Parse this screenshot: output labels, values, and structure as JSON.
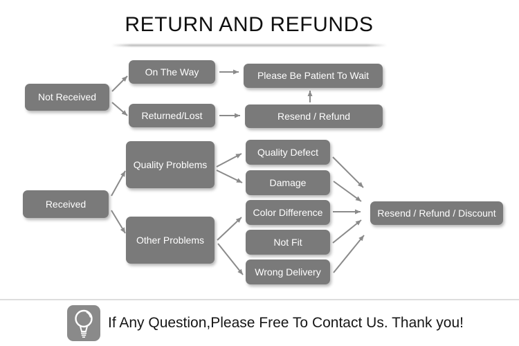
{
  "title": "RETURN AND REFUNDS",
  "colors": {
    "node_gray": "#7a7a7a",
    "arrow_gray": "#8a8a8a",
    "node_text": "#ffffff",
    "divider_gray": "#dddddd"
  },
  "nodes": {
    "not_received": "Not Received",
    "on_the_way": "On The Way",
    "returned_lost": "Returned/Lost",
    "please_wait": "Please Be Patient To Wait",
    "resend_refund": "Resend / Refund",
    "received": "Received",
    "quality_problems": "Quality Problems",
    "other_problems": "Other Problems",
    "quality_defect": "Quality Defect",
    "damage": "Damage",
    "color_difference": "Color Difference",
    "not_fit": "Not Fit",
    "wrong_delivery": "Wrong Delivery",
    "resend_refund_discount": "Resend / Refund / Discount"
  },
  "edges": [
    {
      "from": "not_received",
      "to": "on_the_way"
    },
    {
      "from": "not_received",
      "to": "returned_lost"
    },
    {
      "from": "on_the_way",
      "to": "please_wait"
    },
    {
      "from": "returned_lost",
      "to": "resend_refund"
    },
    {
      "from": "resend_refund",
      "to": "please_wait"
    },
    {
      "from": "received",
      "to": "quality_problems"
    },
    {
      "from": "received",
      "to": "other_problems"
    },
    {
      "from": "quality_problems",
      "to": "quality_defect"
    },
    {
      "from": "quality_problems",
      "to": "damage"
    },
    {
      "from": "other_problems",
      "to": "color_difference"
    },
    {
      "from": "other_problems",
      "to": "wrong_delivery"
    },
    {
      "from": "quality_defect",
      "to": "resend_refund_discount"
    },
    {
      "from": "damage",
      "to": "resend_refund_discount"
    },
    {
      "from": "color_difference",
      "to": "resend_refund_discount"
    },
    {
      "from": "not_fit",
      "to": "resend_refund_discount"
    },
    {
      "from": "wrong_delivery",
      "to": "resend_refund_discount"
    }
  ],
  "footer": {
    "icon": "lightbulb-icon",
    "message": "If Any Question,Please Free To Contact Us. Thank you!"
  }
}
